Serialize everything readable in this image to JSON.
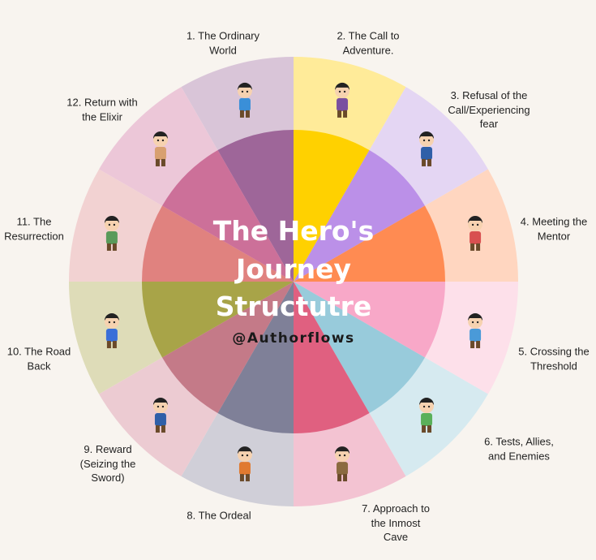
{
  "title_lines": [
    "The Hero's",
    "Journey",
    "Structutre"
  ],
  "handle": "@Authorflows",
  "background": "#f8f4ef",
  "segments": [
    {
      "label": [
        "1. The Ordinary",
        "World"
      ],
      "inner": "#9e6699",
      "outer": "#d9c5d8",
      "icon": "standing-boy-icon"
    },
    {
      "label": [
        "2. The Call to",
        "Adventure."
      ],
      "inner": "#ffd100",
      "outer": "#ffeb99",
      "icon": "shouting-people-icon"
    },
    {
      "label": [
        "3. Refusal of the",
        "Call/Experiencing",
        "fear"
      ],
      "inner": "#bb90e8",
      "outer": "#e4d6f3",
      "icon": "scared-group-icon"
    },
    {
      "label": [
        "4. Meeting the",
        "Mentor"
      ],
      "inner": "#ff8b52",
      "outer": "#ffd6c0",
      "icon": "mentor-pair-icon"
    },
    {
      "label": [
        "5. Crossing the",
        "Threshold"
      ],
      "inner": "#f8a8c8",
      "outer": "#fde0ea",
      "icon": "climbing-man-icon"
    },
    {
      "label": [
        "6. Tests, Allies,",
        "and Enemies"
      ],
      "inner": "#98cbdb",
      "outer": "#d6eaf0",
      "icon": "crowd-icon"
    },
    {
      "label": [
        "7. Approach to",
        "the Inmost",
        "Cave"
      ],
      "inner": "#e06080",
      "outer": "#f3c3d2",
      "icon": "raft-icon"
    },
    {
      "label": [
        "8. The Ordeal"
      ],
      "inner": "#7f8098",
      "outer": "#d0cfd8",
      "icon": "struggling-man-icon"
    },
    {
      "label": [
        "9. Reward",
        "(Seizing the",
        "Sword)"
      ],
      "inner": "#c47a88",
      "outer": "#eccbd2",
      "icon": "hero-sword-icon"
    },
    {
      "label": [
        "10. The Road",
        "Back"
      ],
      "inner": "#a8a448",
      "outer": "#dedcb8",
      "icon": "running-man-icon"
    },
    {
      "label": [
        "11. The",
        "Resurrection"
      ],
      "inner": "#e0827f",
      "outer": "#f2d2d2",
      "icon": "rescue-icon"
    },
    {
      "label": [
        "12. Return with",
        "the Elixir"
      ],
      "inner": "#cc7099",
      "outer": "#ecc7d8",
      "icon": "strong-man-icon"
    }
  ]
}
